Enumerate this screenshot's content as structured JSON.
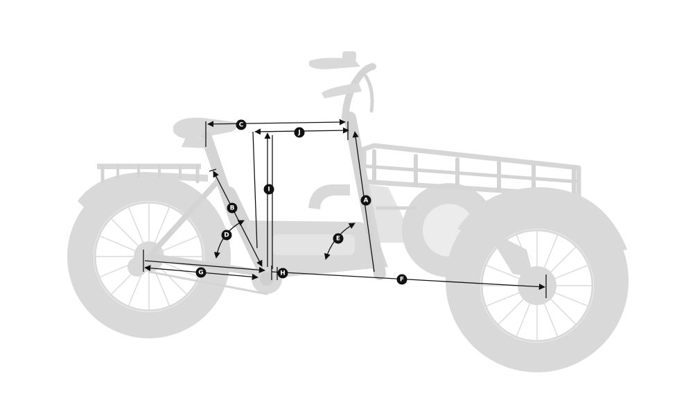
{
  "diagram": {
    "subject": "electric cargo tricycle geometry",
    "colors": {
      "silhouette": "#d9d9d9",
      "dimension_line": "#111111",
      "label_text": "#ffffff"
    },
    "labels": {
      "a": "A",
      "b": "B",
      "c": "C",
      "d": "D",
      "e": "E",
      "f": "F",
      "g": "G",
      "h": "H",
      "i": "I",
      "j": "J"
    }
  }
}
